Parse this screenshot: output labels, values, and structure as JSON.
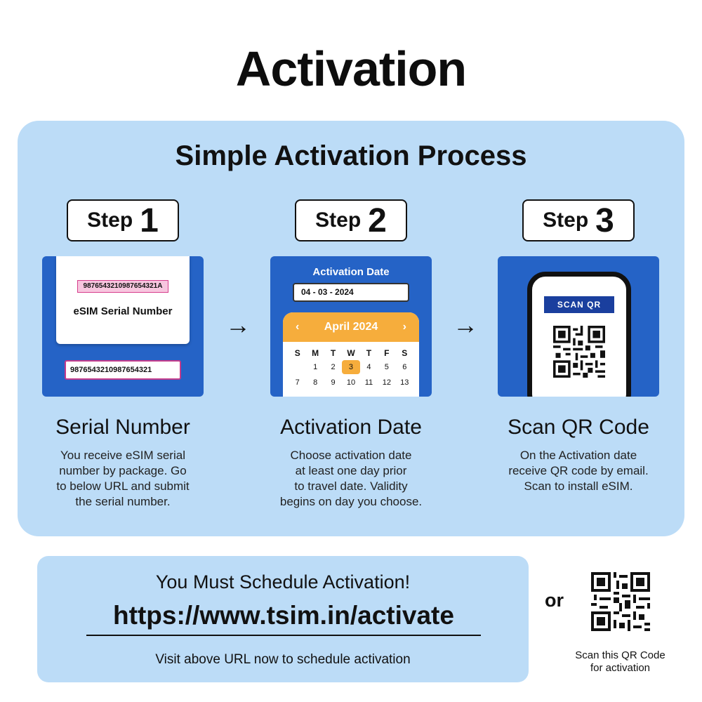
{
  "page_title": "Activation",
  "process": {
    "title": "Simple Activation Process",
    "step_word": "Step",
    "steps": [
      {
        "number": "1",
        "title": "Serial Number",
        "description": "You receive eSIM serial\nnumber by package. Go\nto below URL and submit\nthe serial number."
      },
      {
        "number": "2",
        "title": "Activation Date",
        "description": "Choose activation date\nat least one day prior\nto travel date. Validity\nbegins on day you choose."
      },
      {
        "number": "3",
        "title": "Scan QR Code",
        "description": "On the Activation date\nreceive QR code by email.\nScan to install eSIM."
      }
    ],
    "arrow_glyph": "→"
  },
  "card1": {
    "chip_serial": "9876543210987654321A",
    "label": "eSIM Serial Number",
    "field_value": "9876543210987654321"
  },
  "card2": {
    "label": "Activation Date",
    "date_value": "04 - 03 - 2024",
    "calendar": {
      "month": "April 2024",
      "prev": "‹",
      "next": "›",
      "weekdays": [
        "S",
        "M",
        "T",
        "W",
        "T",
        "F",
        "S"
      ],
      "days": [
        "",
        "1",
        "2",
        "3",
        "4",
        "5",
        "6",
        "7",
        "8",
        "9",
        "10",
        "11",
        "12",
        "13"
      ],
      "selected_day": "3"
    }
  },
  "card3": {
    "button_label": "SCAN QR"
  },
  "schedule": {
    "title": "You Must Schedule Activation!",
    "url": "https://www.tsim.in/activate",
    "note": "Visit above URL now to schedule activation"
  },
  "qr_section": {
    "or_label": "or",
    "caption": "Scan this QR Code\nfor activation"
  },
  "colors": {
    "panel": "#bcdcf7",
    "card": "#2563c6",
    "calendar_accent": "#f6ad3c",
    "serial_border": "#c53b8b"
  }
}
